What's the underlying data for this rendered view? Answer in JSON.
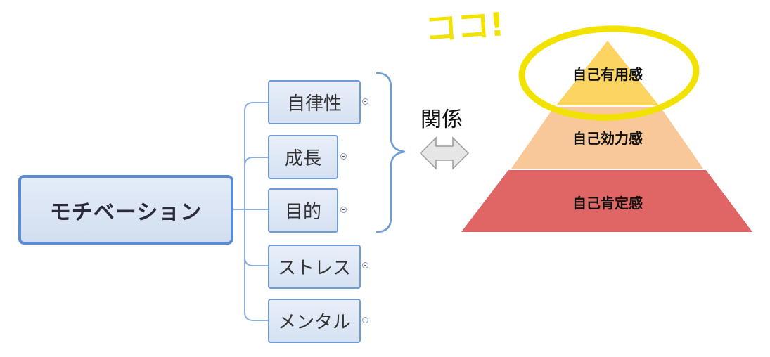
{
  "mindmap": {
    "root_label": "モチベーション",
    "children": [
      {
        "label": "自律性"
      },
      {
        "label": "成長"
      },
      {
        "label": "目的"
      },
      {
        "label": "ストレス"
      },
      {
        "label": "メンタル"
      }
    ]
  },
  "relation": {
    "label": "関係",
    "arrow_icon": "double-headed-arrow-icon"
  },
  "pyramid": {
    "levels": [
      {
        "label": "自己有用感",
        "color": "#fcd462"
      },
      {
        "label": "自己効力感",
        "color": "#f9c898"
      },
      {
        "label": "自己肯定感",
        "color": "#e06666"
      }
    ]
  },
  "annotation": {
    "text": "ココ!",
    "color": "#f2e200"
  }
}
